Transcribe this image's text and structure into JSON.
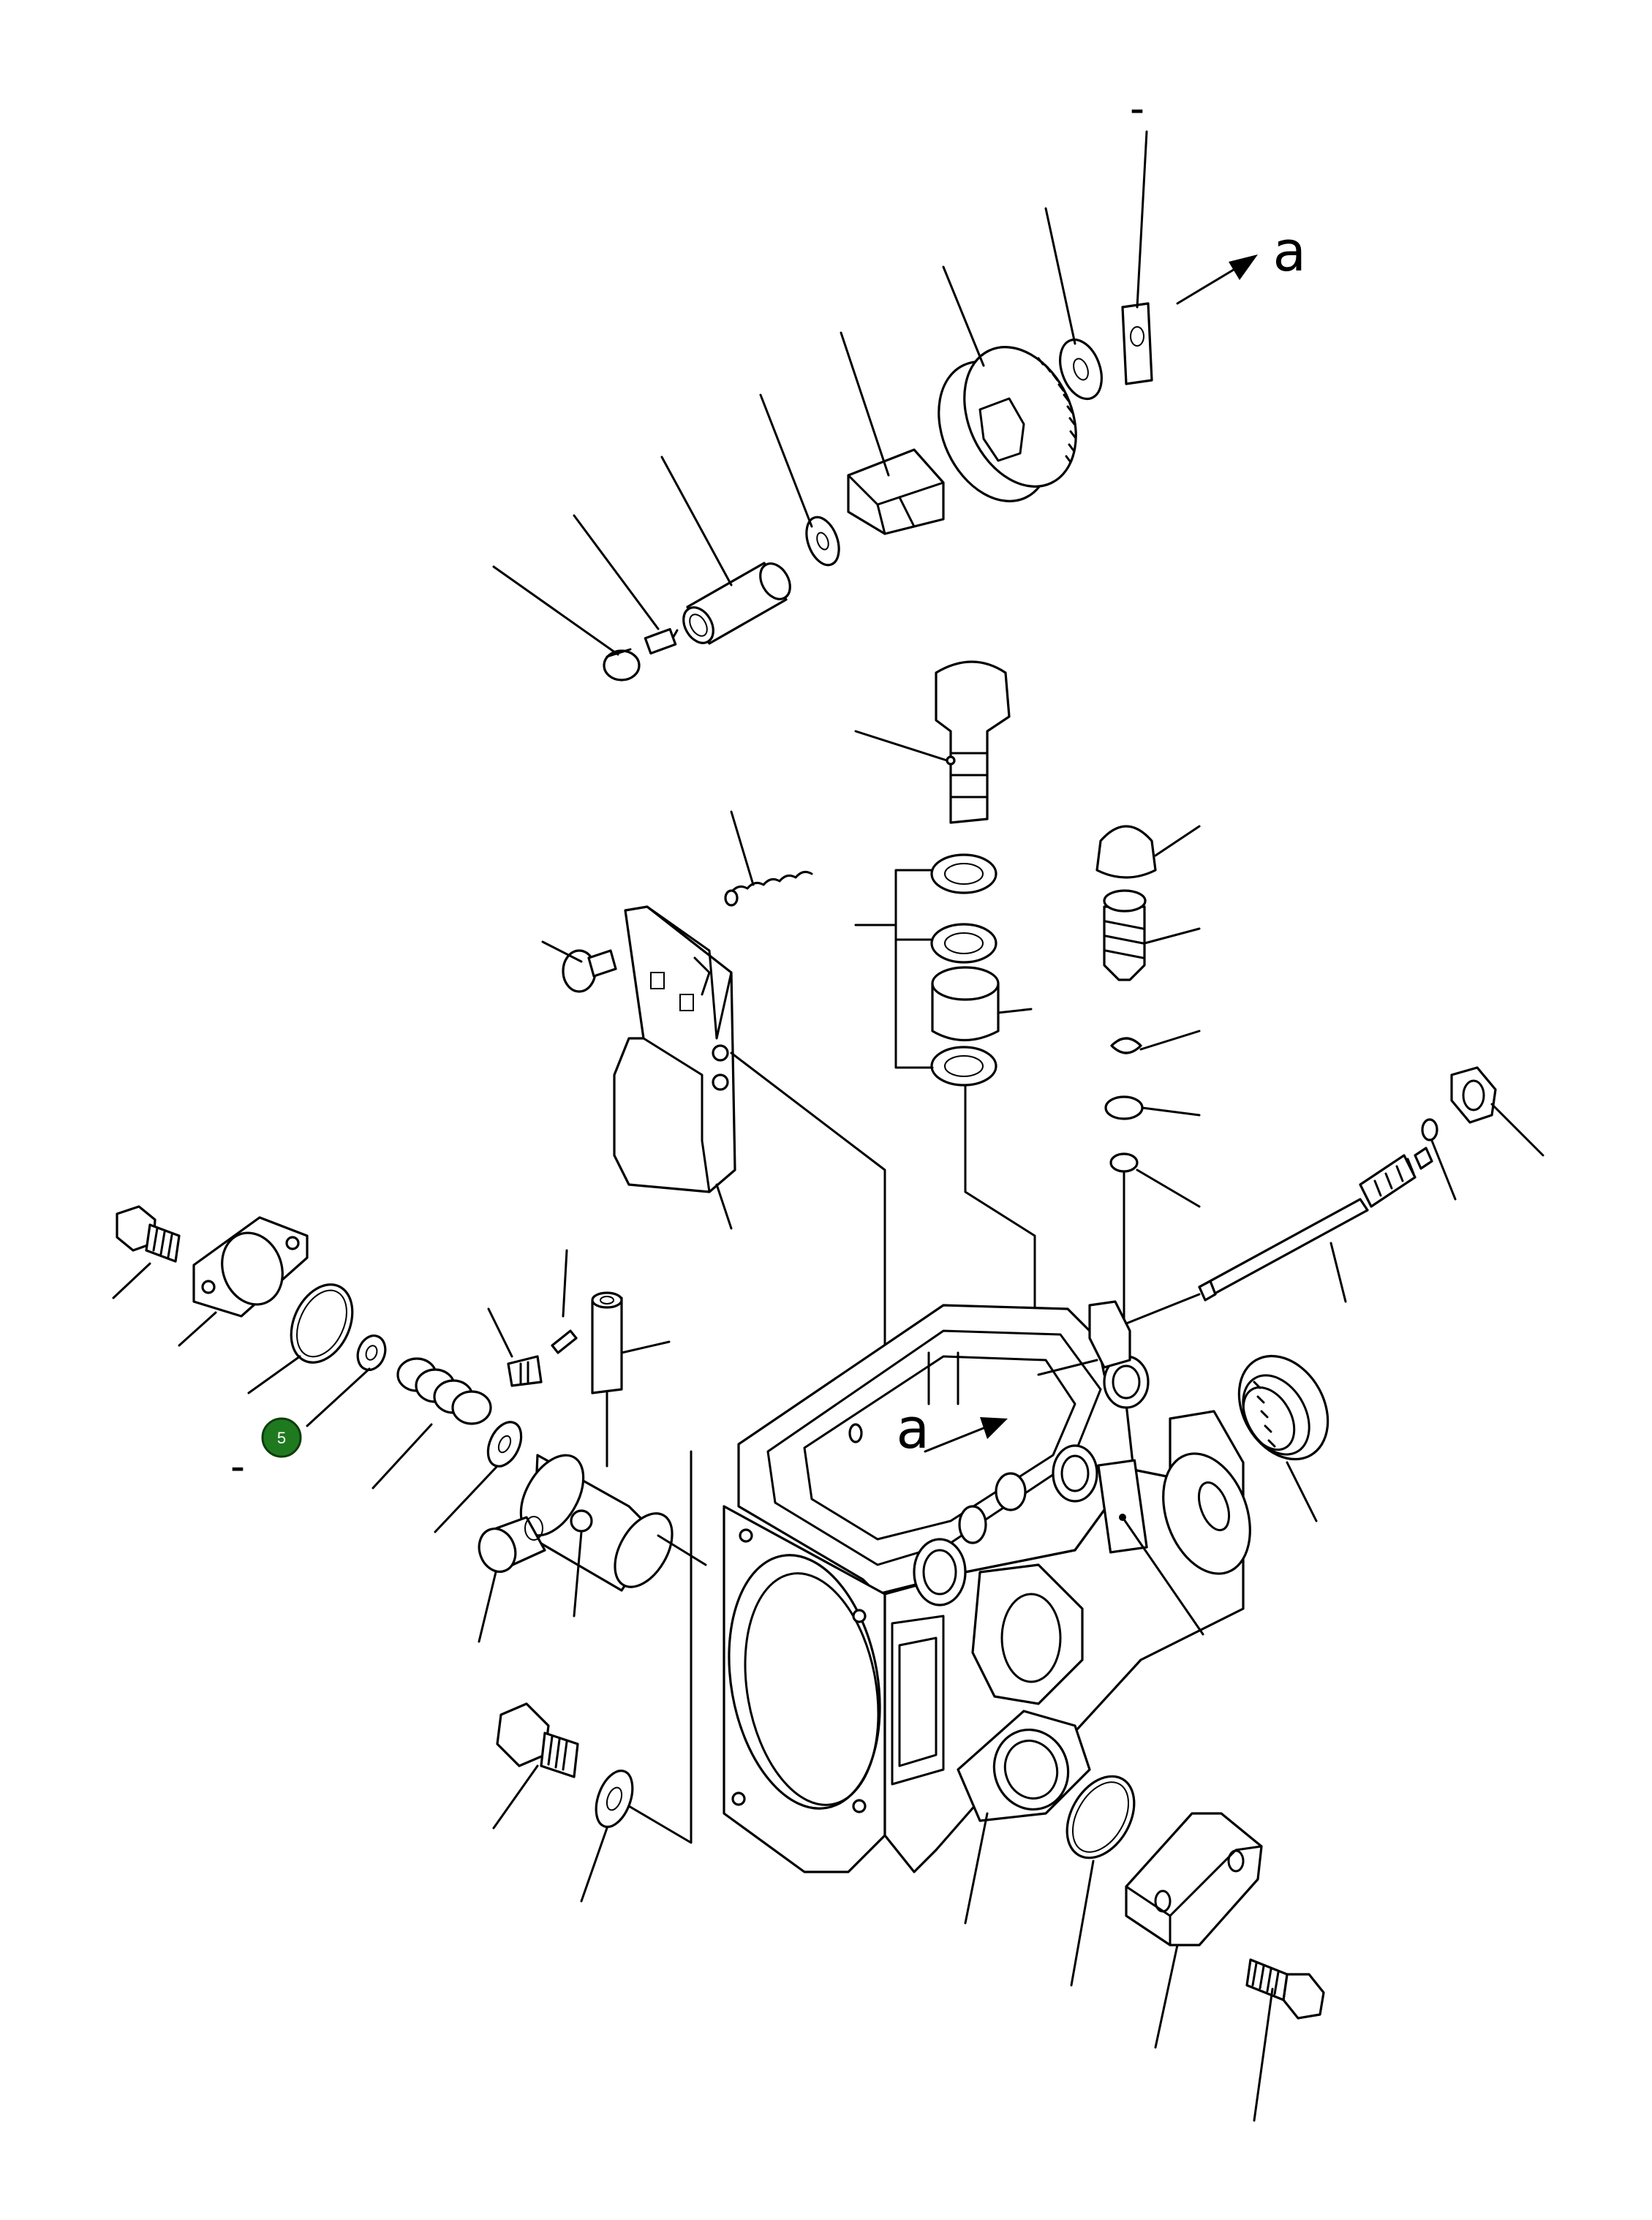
{
  "callouts": [
    {
      "number": "5",
      "color": "#1f7a1f"
    }
  ],
  "view_labels": {
    "top_arrow_letter": "a",
    "body_arrow_letter": "a",
    "top_dash": "-",
    "left_dash": "-"
  }
}
